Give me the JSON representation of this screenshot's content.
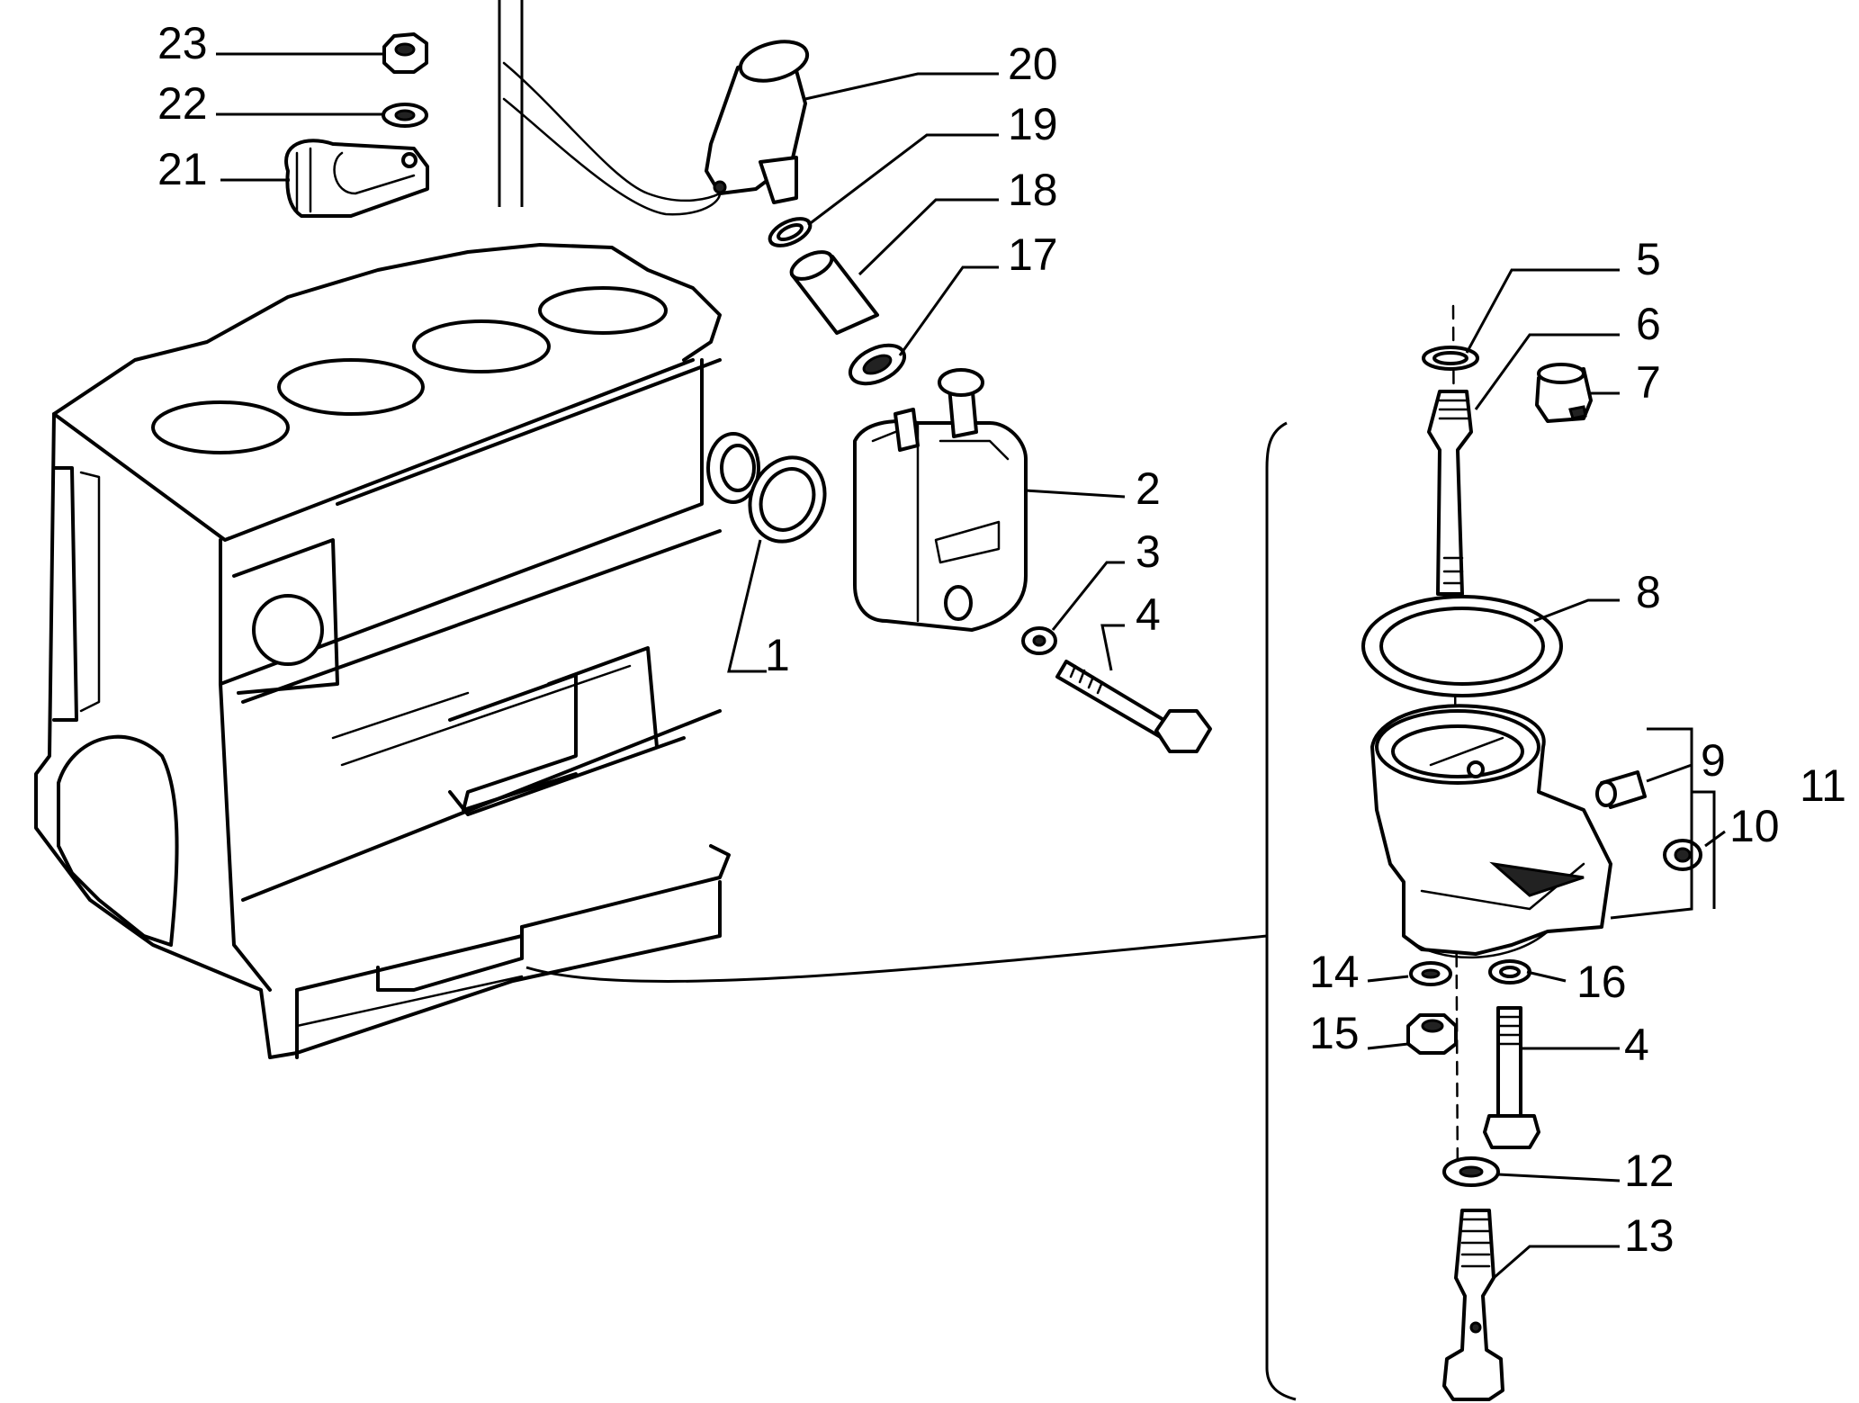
{
  "callouts": [
    {
      "id": "c1",
      "text": "1"
    },
    {
      "id": "c2",
      "text": "2"
    },
    {
      "id": "c3",
      "text": "3"
    },
    {
      "id": "c4a",
      "text": "4"
    },
    {
      "id": "c4b",
      "text": "4"
    },
    {
      "id": "c5",
      "text": "5"
    },
    {
      "id": "c6",
      "text": "6"
    },
    {
      "id": "c7",
      "text": "7"
    },
    {
      "id": "c8",
      "text": "8"
    },
    {
      "id": "c9",
      "text": "9"
    },
    {
      "id": "c10",
      "text": "10"
    },
    {
      "id": "c11",
      "text": "11"
    },
    {
      "id": "c12",
      "text": "12"
    },
    {
      "id": "c13",
      "text": "13"
    },
    {
      "id": "c14",
      "text": "14"
    },
    {
      "id": "c15",
      "text": "15"
    },
    {
      "id": "c16",
      "text": "16"
    },
    {
      "id": "c17",
      "text": "17"
    },
    {
      "id": "c18",
      "text": "18"
    },
    {
      "id": "c19",
      "text": "19"
    },
    {
      "id": "c20",
      "text": "20"
    },
    {
      "id": "c21",
      "text": "21"
    },
    {
      "id": "c22",
      "text": "22"
    },
    {
      "id": "c23",
      "text": "23"
    }
  ]
}
